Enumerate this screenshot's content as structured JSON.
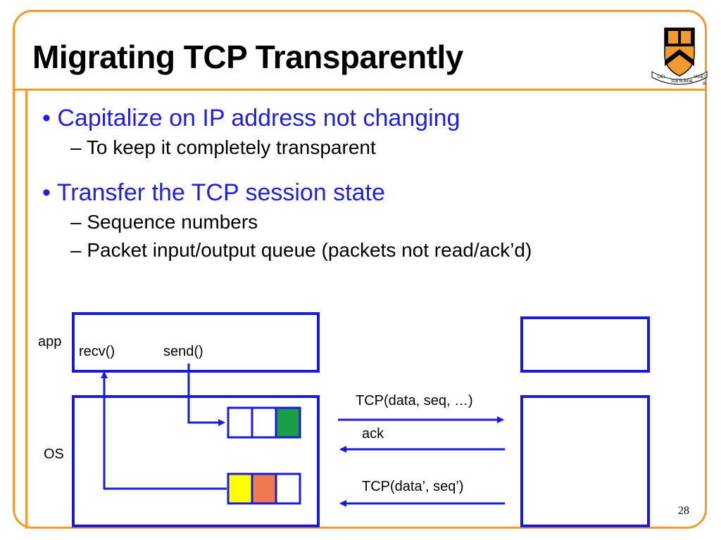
{
  "slide": {
    "title": "Migrating TCP Transparently",
    "page_number": "28",
    "bullets": [
      {
        "text": "Capitalize on IP address not changing",
        "sub": [
          "To keep it completely transparent"
        ]
      },
      {
        "text": "Transfer the TCP session state",
        "sub": [
          "Sequence numbers",
          "Packet input/output queue (packets not read/ack’d)"
        ]
      }
    ]
  },
  "diagram": {
    "label_app": "app",
    "label_os": "OS",
    "recv_label": "recv()",
    "send_label": "send()",
    "msg_1": "TCP(data, seq, …)",
    "msg_2": "ack",
    "msg_3": "TCP(data’, seq’)",
    "colors": {
      "box": "#1a1adb",
      "arrow": "#1a1adb",
      "send_queue_fill": "#1a9e4a",
      "recv_queue_yellow": "#ffff00",
      "recv_queue_orange": "#ee7a4e",
      "frame": "#f29a2e"
    }
  },
  "logo": {
    "banner_left": "DEI",
    "banner_mid": "SUB NUMINE",
    "banner_right": "VIGET",
    "mark": "®"
  }
}
